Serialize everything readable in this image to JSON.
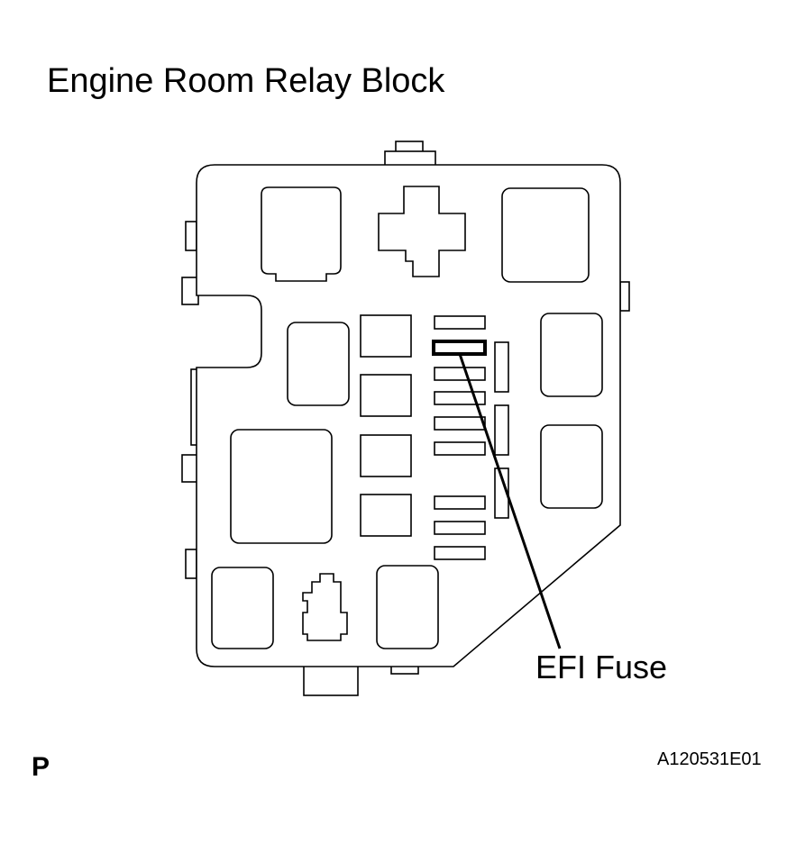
{
  "title": "Engine Room Relay Block",
  "callout_label": "EFI Fuse",
  "view_code": "P",
  "figure_id": "A120531E01"
}
